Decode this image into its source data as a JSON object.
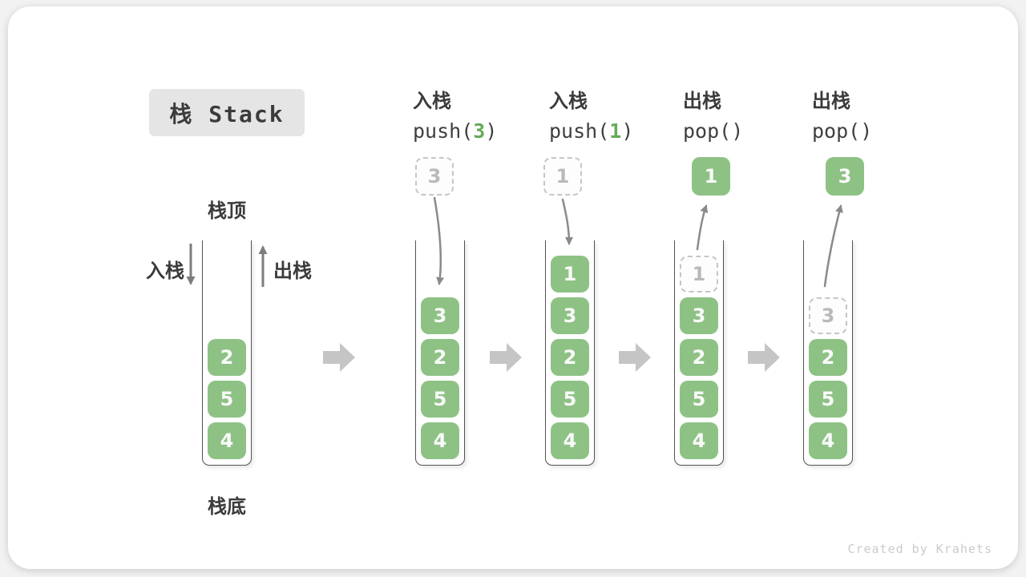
{
  "title": "栈 Stack",
  "watermark": "Created by Krahets",
  "colors": {
    "box_green": "#8ec285",
    "code_arg_green": "#67a95a",
    "arrow_gray": "#8a8a8a",
    "block_arrow_gray": "#c5c5c5",
    "badge_bg": "#e5e5e5",
    "text_dark": "#3b3b3b"
  },
  "legend": {
    "stack_top": "栈顶",
    "stack_bottom": "栈底",
    "push": "入栈",
    "pop": "出栈"
  },
  "initial_stack": {
    "items": [
      "2",
      "5",
      "4"
    ]
  },
  "steps": [
    {
      "label": "入栈",
      "code_pre": "push(",
      "code_arg": "3",
      "code_post": ")",
      "floating": "3",
      "floating_style": "dashed",
      "items": [
        "3",
        "2",
        "5",
        "4"
      ]
    },
    {
      "label": "入栈",
      "code_pre": "push(",
      "code_arg": "1",
      "code_post": ")",
      "floating": "1",
      "floating_style": "dashed",
      "items": [
        "1",
        "3",
        "2",
        "5",
        "4"
      ]
    },
    {
      "label": "出栈",
      "code_pre": "pop(",
      "code_arg": "",
      "code_post": ")",
      "floating": "1",
      "floating_style": "solid",
      "ghost": "1",
      "items": [
        "3",
        "2",
        "5",
        "4"
      ]
    },
    {
      "label": "出栈",
      "code_pre": "pop(",
      "code_arg": "",
      "code_post": ")",
      "floating": "3",
      "floating_style": "solid",
      "ghost": "3",
      "items": [
        "2",
        "5",
        "4"
      ]
    }
  ]
}
